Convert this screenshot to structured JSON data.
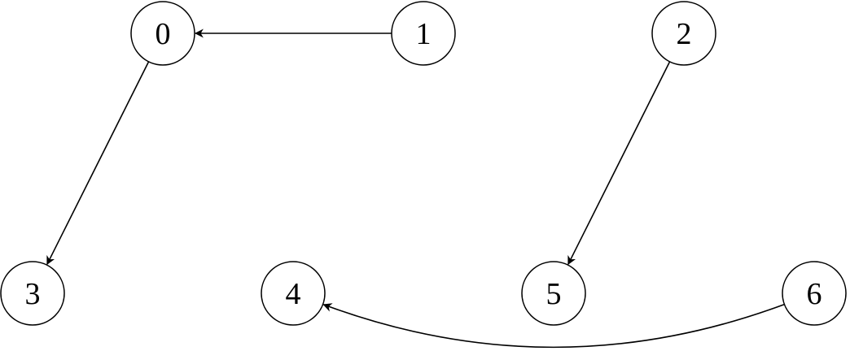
{
  "diagram": {
    "type": "directed-graph",
    "nodes": [
      {
        "id": "0",
        "label": "0"
      },
      {
        "id": "1",
        "label": "1"
      },
      {
        "id": "2",
        "label": "2"
      },
      {
        "id": "3",
        "label": "3"
      },
      {
        "id": "4",
        "label": "4"
      },
      {
        "id": "5",
        "label": "5"
      },
      {
        "id": "6",
        "label": "6"
      }
    ],
    "edges": [
      {
        "from": "1",
        "to": "0"
      },
      {
        "from": "0",
        "to": "3"
      },
      {
        "from": "2",
        "to": "5"
      },
      {
        "from": "6",
        "to": "4"
      }
    ],
    "colors": {
      "stroke": "#000000",
      "fill": "#ffffff",
      "text": "#000000"
    }
  }
}
